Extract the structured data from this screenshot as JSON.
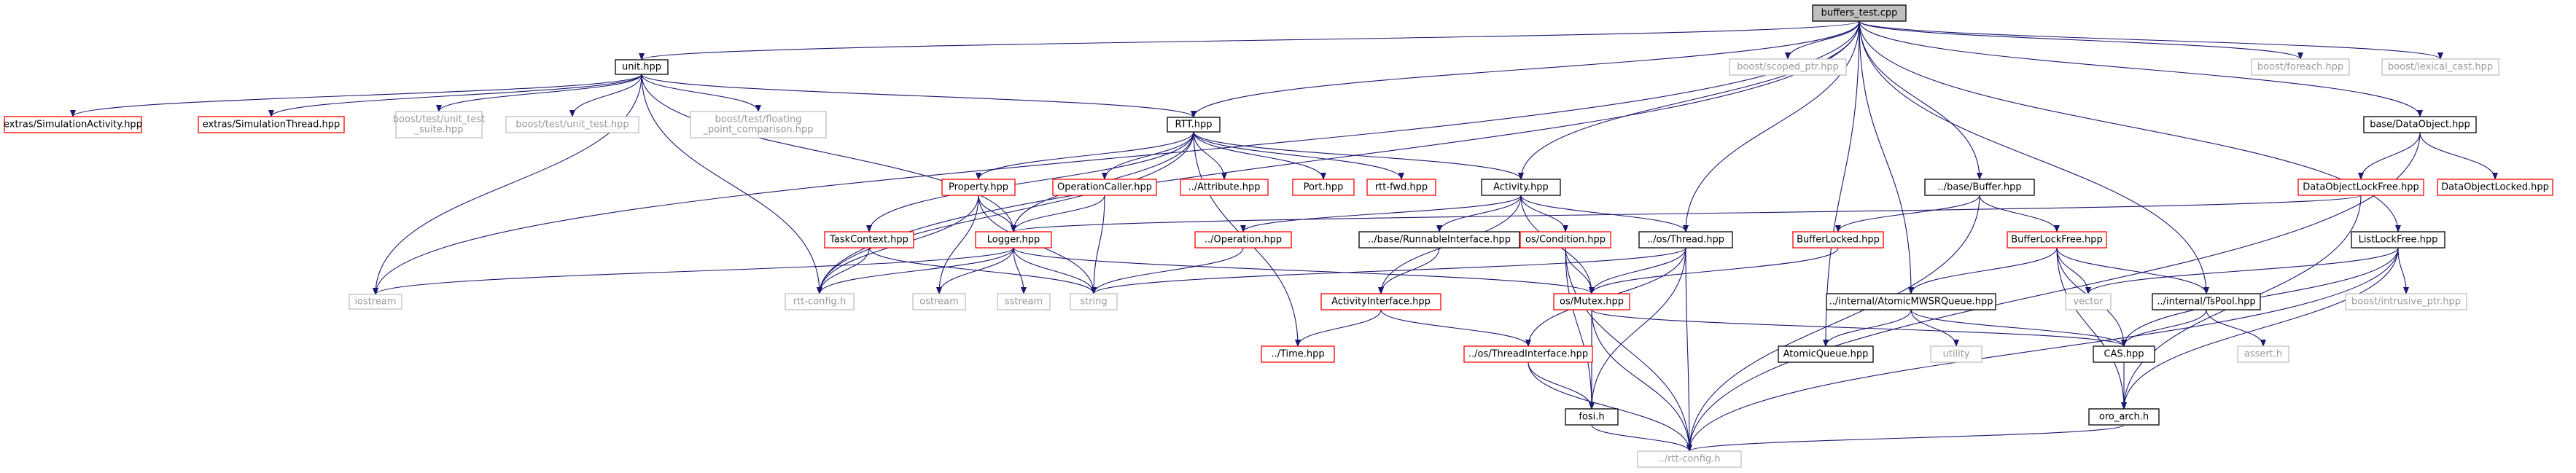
{
  "nodes": {
    "buffers_test": "buffers_test.cpp",
    "unit": "unit.hpp",
    "iostream": "iostream",
    "sim_activity": "extras/SimulationActivity.hpp",
    "sim_thread": "extras/SimulationThread.hpp",
    "unit_test_suite": "boost/test/unit_test\n_suite.hpp",
    "unit_test": "boost/test/unit_test.hpp",
    "floating": "boost/test/floating\n_point_comparison.hpp",
    "rtt_hpp": "RTT.hpp",
    "scoped_ptr": "boost/scoped_ptr.hpp",
    "foreach": "boost/foreach.hpp",
    "lexical_cast": "boost/lexical_cast.hpp",
    "base_dataobject": "base/DataObject.hpp",
    "dataobject_lockfree": "DataObjectLockFree.hpp",
    "dataobject_locked": "DataObjectLocked.hpp",
    "property": "Property.hpp",
    "operation_caller": "OperationCaller.hpp",
    "attribute": "../Attribute.hpp",
    "port": "Port.hpp",
    "rtt_fwd": "rtt-fwd.hpp",
    "activity": "Activity.hpp",
    "base_buffer": "../base/Buffer.hpp",
    "task_context": "TaskContext.hpp",
    "logger": "Logger.hpp",
    "operation": "../Operation.hpp",
    "runnable_interface": "../base/RunnableInterface.hpp",
    "os_condition": "os/Condition.hpp",
    "os_thread": "../os/Thread.hpp",
    "buffer_locked": "BufferLocked.hpp",
    "buffer_lockfree": "BufferLockFree.hpp",
    "list_lockfree": "ListLockFree.hpp",
    "rtt_config": "rtt-config.h",
    "ostream": "ostream",
    "sstream": "sstream",
    "string": "string",
    "activity_interface": "ActivityInterface.hpp",
    "os_mutex": "os/Mutex.hpp",
    "atomic_mwsr": "../internal/AtomicMWSRQueue.hpp",
    "vector": "vector",
    "ts_pool": "../internal/TsPool.hpp",
    "intrusive_ptr": "boost/intrusive_ptr.hpp",
    "time": "../Time.hpp",
    "thread_interface": "../os/ThreadInterface.hpp",
    "atomic_queue": "AtomicQueue.hpp",
    "utility": "utility",
    "cas": "CAS.hpp",
    "assert": "assert.h",
    "fosi": "fosi.h",
    "oro_arch": "oro_arch.h",
    "rtt_config2": "../rtt-config.h"
  }
}
